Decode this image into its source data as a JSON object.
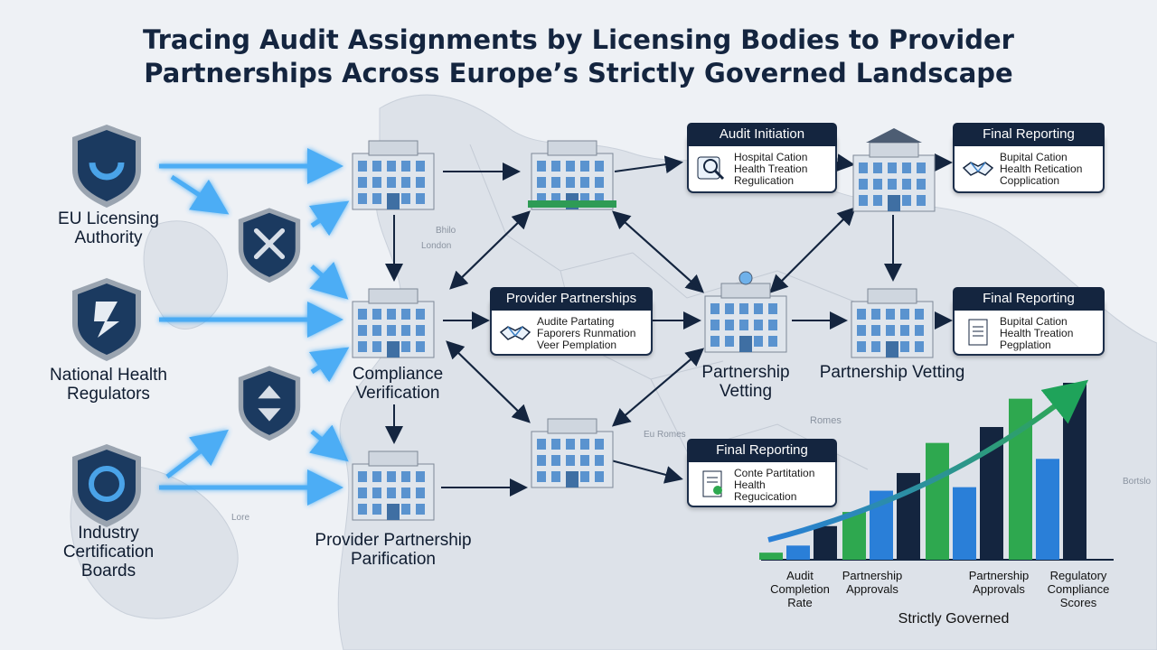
{
  "title_line1": "Tracing Audit Assignments by Licensing Bodies to Provider",
  "title_line2": "Partnerships Across Europe’s Strictly Governed Landscape",
  "authorities": {
    "eu": "EU Licensing Authority",
    "national": "National Health Regulators",
    "industry": "Industry Certification Boards"
  },
  "nodes": {
    "compliance": "Compliance Verification",
    "provider_purification": "Provider Partnership Parification",
    "partnership_vetting_center": "Partnership Vetting",
    "partnership_vetting_right": "Partnership Vetting"
  },
  "boxes": {
    "audit_initiation": {
      "title": "Audit Initiation",
      "lines": [
        "Hospital Cation",
        "Health Treation",
        "Regulication"
      ]
    },
    "final_reporting_top": {
      "title": "Final Reporting",
      "lines": [
        "Bupital Cation",
        "Health Retication",
        "Copplication"
      ]
    },
    "provider_partnerships": {
      "title": "Provider Partnerships",
      "lines": [
        "Audite Partating",
        "Faporers Runmation",
        "Veer Pemplation"
      ]
    },
    "final_reporting_mid": {
      "title": "Final Reporting",
      "lines": [
        "Bupital Cation",
        "Health Treation",
        "Pegplation"
      ]
    },
    "final_reporting_low": {
      "title": "Final Reporting",
      "lines": [
        "Conte Partitation",
        "Health",
        "Regucication"
      ]
    }
  },
  "map_labels": {
    "london": "London",
    "berlin": "Bhilo",
    "romes": "Romes",
    "rome_small": "Eu Romes",
    "lore": "Lore",
    "far": "Bortslo"
  },
  "colors": {
    "navy": "#14253f",
    "arrow_blue": "#2e9cf0",
    "green": "#2ea84f",
    "blue_bar": "#2a7fd8"
  },
  "chart_data": {
    "type": "bar",
    "title": "Strictly Governed",
    "categories": [
      "Audit Completion Rate",
      "Partnership Approvals",
      "Partnership Approvals",
      "Regulatory Compliance Scores"
    ],
    "series": [
      {
        "values": [
          4,
          27,
          66,
          91
        ]
      },
      {
        "values": [
          8,
          39,
          41,
          57
        ]
      },
      {
        "values": [
          19,
          49,
          75,
          100
        ]
      }
    ],
    "ylim": [
      0,
      100
    ],
    "grid": false,
    "legend": "none",
    "trend_arrow": true
  }
}
